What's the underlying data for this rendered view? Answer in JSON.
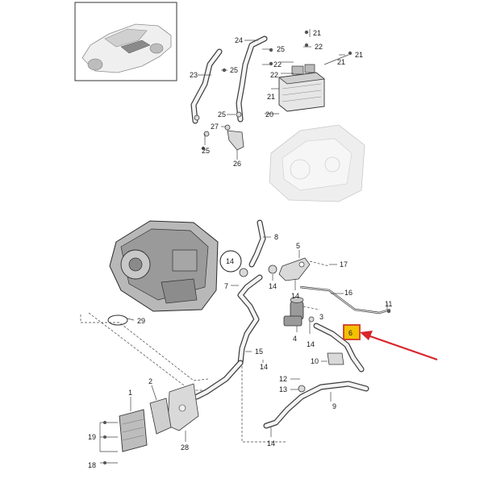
{
  "diagram": {
    "labels": [
      {
        "id": "l1",
        "text": "1"
      },
      {
        "id": "l2",
        "text": "2"
      },
      {
        "id": "l3",
        "text": "3"
      },
      {
        "id": "l4",
        "text": "4"
      },
      {
        "id": "l5",
        "text": "5"
      },
      {
        "id": "l6",
        "text": "6"
      },
      {
        "id": "l7",
        "text": "7"
      },
      {
        "id": "l8",
        "text": "8"
      },
      {
        "id": "l9",
        "text": "9"
      },
      {
        "id": "l10",
        "text": "10"
      },
      {
        "id": "l11",
        "text": "11"
      },
      {
        "id": "l12",
        "text": "12"
      },
      {
        "id": "l13",
        "text": "13"
      },
      {
        "id": "l14a",
        "text": "14"
      },
      {
        "id": "l14b",
        "text": "14"
      },
      {
        "id": "l14c",
        "text": "14"
      },
      {
        "id": "l14d",
        "text": "14"
      },
      {
        "id": "l15",
        "text": "15"
      },
      {
        "id": "l16",
        "text": "16"
      },
      {
        "id": "l17",
        "text": "17"
      },
      {
        "id": "l18",
        "text": "18"
      },
      {
        "id": "l19",
        "text": "19"
      },
      {
        "id": "l20",
        "text": "20"
      },
      {
        "id": "l21a",
        "text": "21"
      },
      {
        "id": "l21b",
        "text": "21"
      },
      {
        "id": "l21c",
        "text": "21"
      },
      {
        "id": "l21d",
        "text": "21"
      },
      {
        "id": "l22a",
        "text": "22"
      },
      {
        "id": "l22b",
        "text": "22"
      },
      {
        "id": "l23",
        "text": "23"
      },
      {
        "id": "l24",
        "text": "24"
      },
      {
        "id": "l25a",
        "text": "25"
      },
      {
        "id": "l25b",
        "text": "25"
      },
      {
        "id": "l25c",
        "text": "25"
      },
      {
        "id": "l25d",
        "text": "25"
      },
      {
        "id": "l26",
        "text": "26"
      },
      {
        "id": "l27",
        "text": "27"
      },
      {
        "id": "l28",
        "text": "28"
      },
      {
        "id": "l29",
        "text": "29"
      }
    ],
    "highlight": {
      "part": "6",
      "fill": "#f2c200",
      "stroke": "#d43a2a"
    },
    "arrow_color": "#d8242a",
    "circle_callout": "14"
  }
}
